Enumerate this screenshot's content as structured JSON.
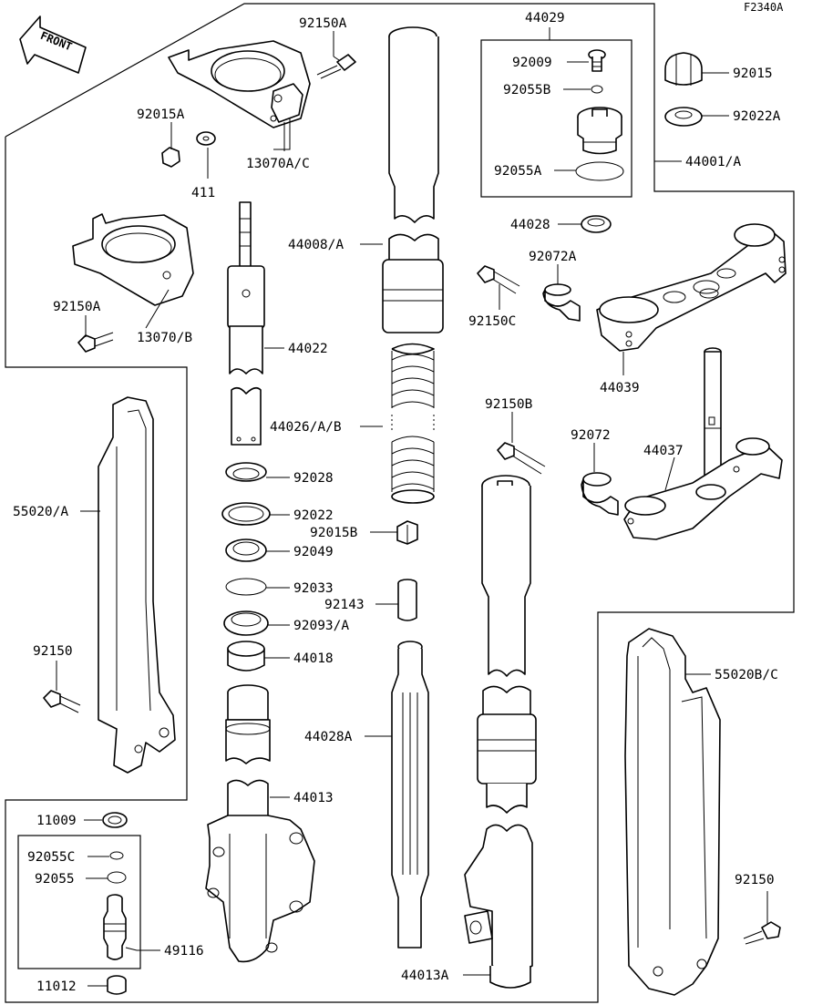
{
  "diagram": {
    "ref_code": "F2340A",
    "front_label": "FRONT",
    "labels": {
      "l_92150A_top": "92150A",
      "l_92015A": "92015A",
      "l_13070AC": "13070A/C",
      "l_411": "411",
      "l_92150A_left": "92150A",
      "l_13070B": "13070/B",
      "l_44022": "44022",
      "l_44008A": "44008/A",
      "l_44026AB": "44026/A/B",
      "l_92028": "92028",
      "l_92022": "92022",
      "l_92015B": "92015B",
      "l_92049": "92049",
      "l_92033": "92033",
      "l_92143": "92143",
      "l_92093A": "92093/A",
      "l_44018": "44018",
      "l_44028A": "44028A",
      "l_44013": "44013",
      "l_44013A": "44013A",
      "l_55020A": "55020/A",
      "l_92150_left": "92150",
      "l_11009": "11009",
      "l_92055C": "92055C",
      "l_92055": "92055",
      "l_49116": "49116",
      "l_11012": "11012",
      "l_44029": "44029",
      "l_92009": "92009",
      "l_92055B": "92055B",
      "l_92055A": "92055A",
      "l_92015": "92015",
      "l_92022A": "92022A",
      "l_44001A": "44001/A",
      "l_44028": "44028",
      "l_92072A": "92072A",
      "l_92150C": "92150C",
      "l_44039": "44039",
      "l_92150B": "92150B",
      "l_92072": "92072",
      "l_44037": "44037",
      "l_55020BC": "55020B/C",
      "l_92150_right": "92150"
    }
  }
}
